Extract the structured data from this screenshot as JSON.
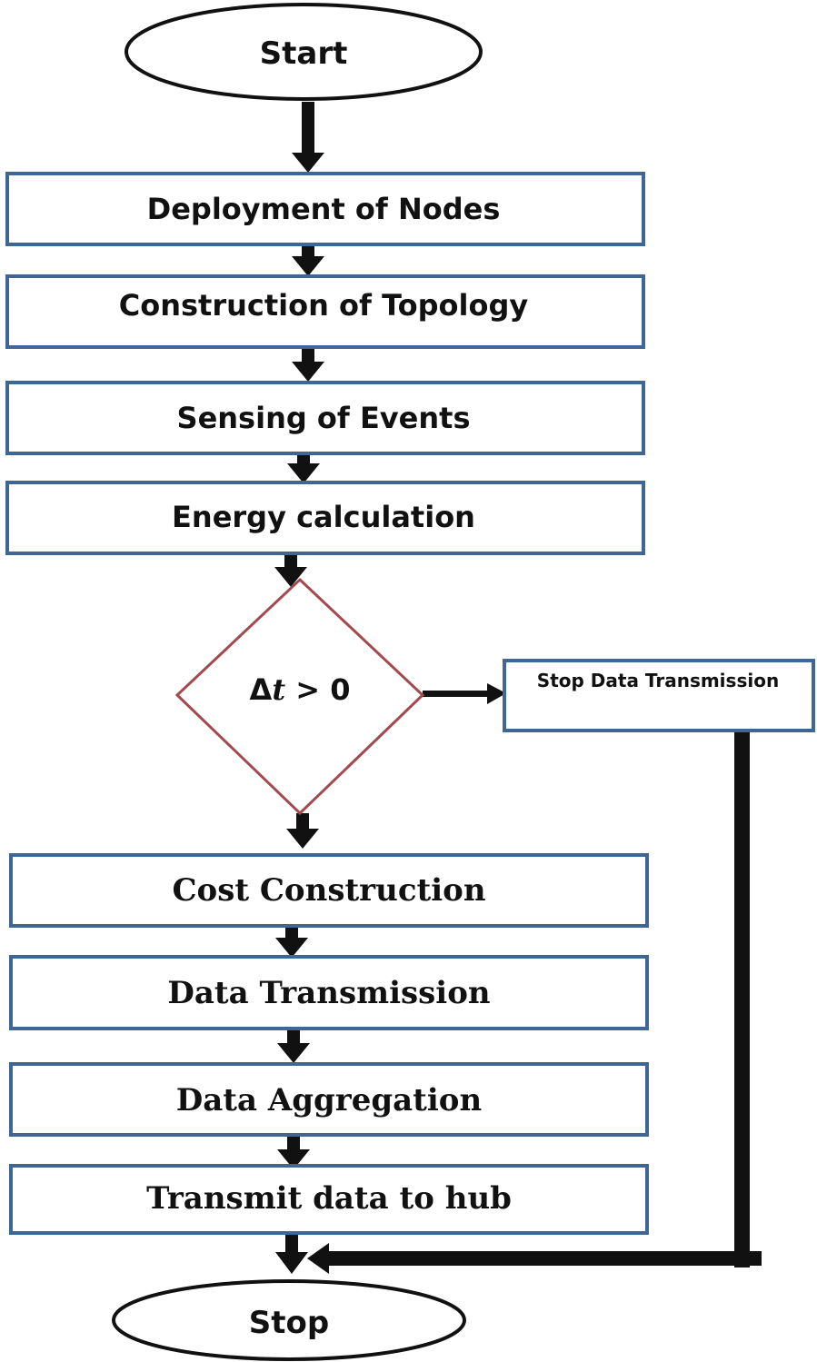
{
  "diagram": {
    "start": {
      "label": "Start"
    },
    "steps": [
      {
        "label": "Deployment of Nodes"
      },
      {
        "label": "Construction of Topology"
      },
      {
        "label": "Sensing of Events"
      },
      {
        "label": "Energy calculation"
      }
    ],
    "decision": {
      "symbol": "Δ",
      "variable": "t",
      "relation": " > 0"
    },
    "side_box": {
      "label": "Stop Data Transmission"
    },
    "steps_after": [
      {
        "label": "Cost Construction"
      },
      {
        "label": "Data Transmission"
      },
      {
        "label": "Data Aggregation"
      },
      {
        "label": "Transmit data to hub"
      }
    ],
    "stop": {
      "label": "Stop"
    }
  },
  "colors": {
    "box_border": "#3f6796",
    "decision_border": "#a34a4f",
    "arrow": "#111111",
    "text": "#111111"
  }
}
